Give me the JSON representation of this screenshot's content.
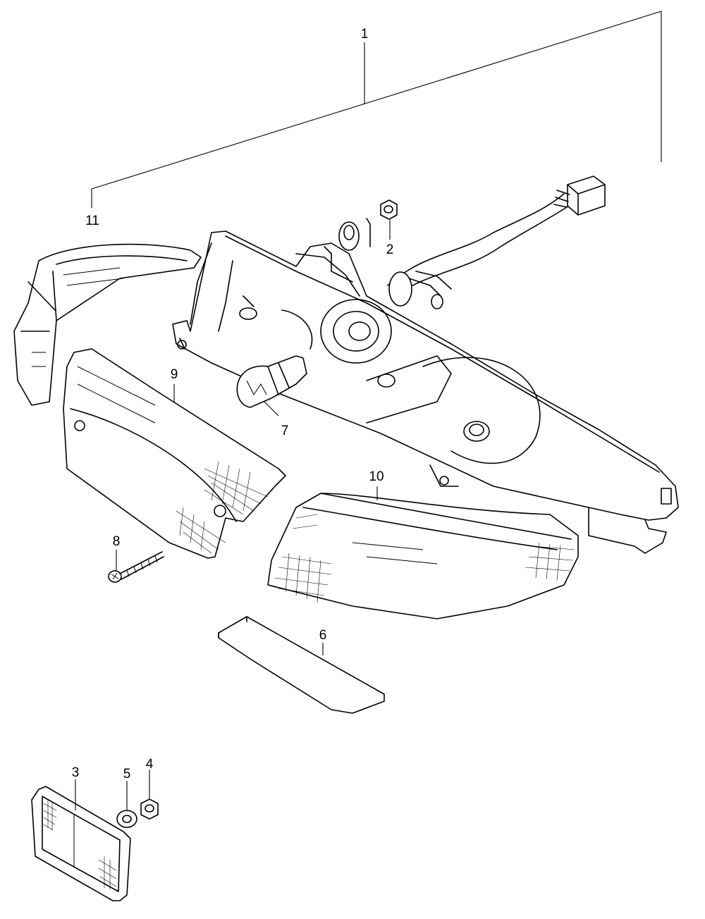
{
  "callouts": {
    "c1": "1",
    "c2": "2",
    "c3": "3",
    "c4": "4",
    "c5": "5",
    "c6": "6",
    "c7": "7",
    "c8": "8",
    "c9": "9",
    "c10": "10",
    "c11": "11"
  },
  "parts": [
    {
      "callout": "1",
      "icon": "taillight-assembly"
    },
    {
      "callout": "2",
      "icon": "nut"
    },
    {
      "callout": "3",
      "icon": "reflector"
    },
    {
      "callout": "4",
      "icon": "nut"
    },
    {
      "callout": "5",
      "icon": "washer"
    },
    {
      "callout": "6",
      "icon": "gasket-pad"
    },
    {
      "callout": "7",
      "icon": "bulb"
    },
    {
      "callout": "8",
      "icon": "screw"
    },
    {
      "callout": "9",
      "icon": "lens"
    },
    {
      "callout": "10",
      "icon": "lens"
    },
    {
      "callout": "11",
      "icon": "lens"
    }
  ]
}
